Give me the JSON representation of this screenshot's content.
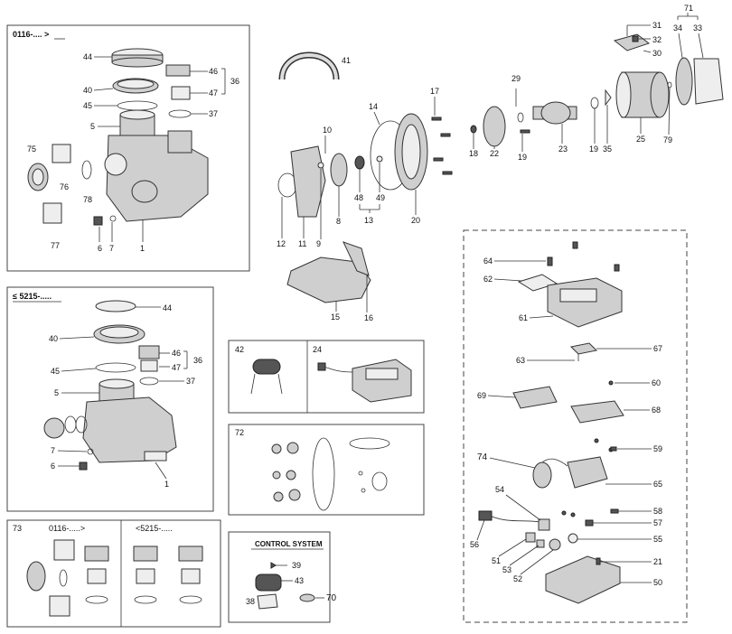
{
  "panels": {
    "p1_header": "0116-.... >",
    "p2_header": "≤ 5215-.....",
    "p42": "42",
    "p24": "24",
    "p72": "72",
    "p73": "73",
    "p73_a": "0116-.....>",
    "p73_b": "<5215-.....",
    "control_title": "CONTROL SYSTEM"
  },
  "callouts": {
    "c44a": "44",
    "c46a": "46",
    "c36a": "36",
    "c40a": "40",
    "c47a": "47",
    "c45a": "45",
    "c37a": "37",
    "c5a": "5",
    "c75": "75",
    "c76": "76",
    "c78": "78",
    "c77": "77",
    "c6a": "6",
    "c7a": "7",
    "c1a": "1",
    "c44b": "44",
    "c40b": "40",
    "c46b": "46",
    "c36b": "36",
    "c47b": "47",
    "c45b": "45",
    "c37b": "37",
    "c5b": "5",
    "c7b": "7",
    "c6b": "6",
    "c1b": "1",
    "c41": "41",
    "c10": "10",
    "c9": "9",
    "c8": "8",
    "c11": "11",
    "c12": "12",
    "c14": "14",
    "c48": "48",
    "c49": "49",
    "c13": "13",
    "c20": "20",
    "c15": "15",
    "c16": "16",
    "c17": "17",
    "c18": "18",
    "c22": "22",
    "c29": "29",
    "c19a": "19",
    "c23": "23",
    "c19b": "19",
    "c35": "35",
    "c25": "25",
    "c79": "79",
    "c31": "31",
    "c32": "32",
    "c30": "30",
    "c71": "71",
    "c34": "34",
    "c33": "33",
    "c64": "64",
    "c62": "62",
    "c61": "61",
    "c67": "67",
    "c63": "63",
    "c60": "60",
    "c69": "69",
    "c68": "68",
    "c59": "59",
    "c74": "74",
    "c65": "65",
    "c54": "54",
    "c58": "58",
    "c57": "57",
    "c56": "56",
    "c55": "55",
    "c51": "51",
    "c53": "53",
    "c52": "52",
    "c21": "21",
    "c50": "50",
    "c39": "39",
    "c43": "43",
    "c38": "38",
    "c70": "70"
  }
}
